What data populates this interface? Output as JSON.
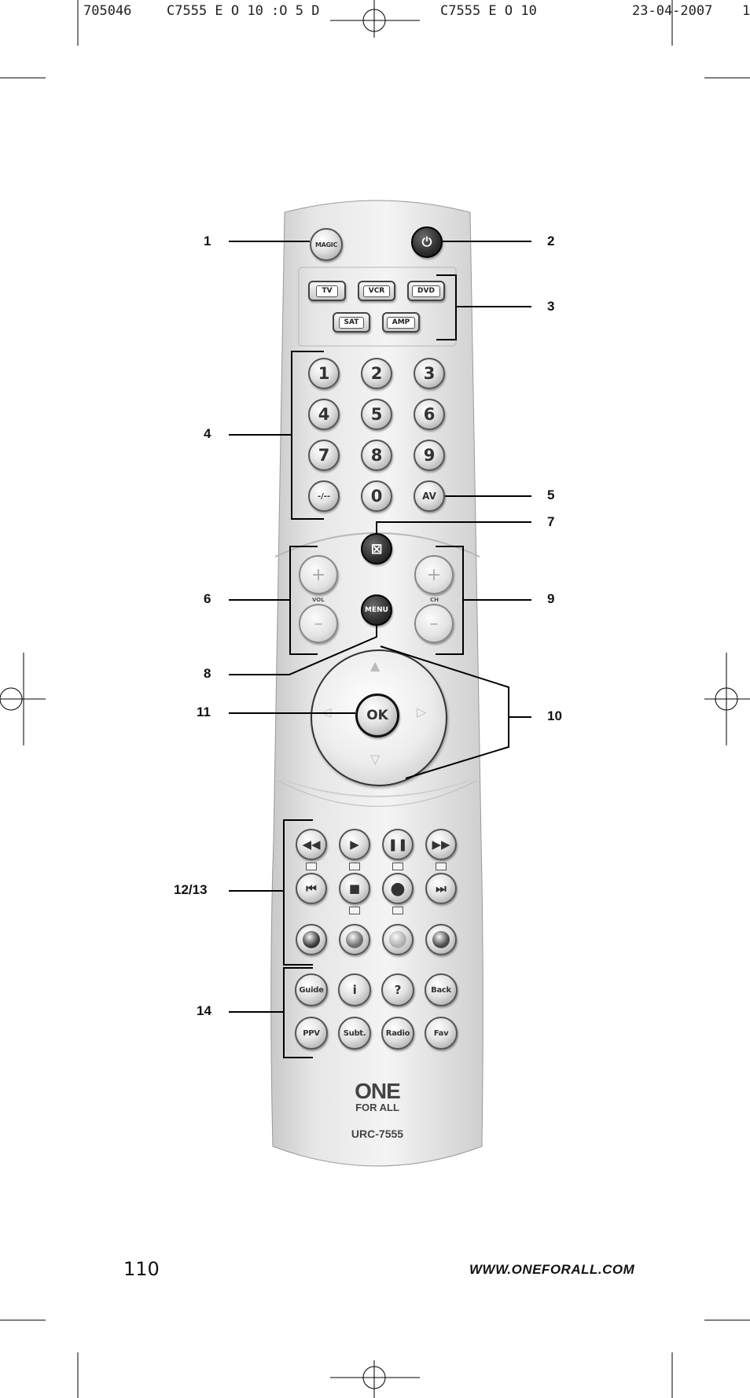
{
  "print_header": {
    "job": "705046",
    "file_a": "C7555 E  O 10 :O  5 D",
    "file_b": "C7555 E  O 10",
    "date": "23-04-2007",
    "page": "1"
  },
  "callouts": [
    "1",
    "2",
    "3",
    "4",
    "5",
    "6",
    "7",
    "8",
    "9",
    "10",
    "11",
    "12/13",
    "14"
  ],
  "remote": {
    "top_buttons": {
      "magic": "MAGIC",
      "power_icon": "power-icon"
    },
    "device_keys": [
      "TV",
      "VCR",
      "DVD",
      "SAT",
      "AMP"
    ],
    "number_keys": [
      "1",
      "2",
      "3",
      "4",
      "5",
      "6",
      "7",
      "8",
      "9",
      "-/--",
      "0",
      "AV"
    ],
    "mute_icon": "mute-icon",
    "volume": {
      "plus": "+",
      "label": "VOL",
      "minus": "–"
    },
    "channel": {
      "plus": "+",
      "label": "CH",
      "minus": "–"
    },
    "menu": "MENU",
    "ok": "OK",
    "arrow_icons": [
      "up-arrow-icon",
      "left-arrow-icon",
      "right-arrow-icon",
      "down-arrow-icon"
    ],
    "transport_row1": [
      "rewind-icon",
      "play-icon",
      "pause-icon",
      "fast-forward-icon"
    ],
    "transport_row2": [
      "skip-back-icon",
      "stop-icon",
      "record-icon",
      "skip-forward-icon"
    ],
    "color_keys": [
      "#3a3a3a",
      "#6e6e6e",
      "#b0b0b0",
      "#4a4a4a"
    ],
    "function_row1": [
      "Guide",
      "i",
      "?",
      "Back"
    ],
    "function_row2": [
      "PPV",
      "Subt.",
      "Radio",
      "Fav"
    ],
    "brand_top": "ONE",
    "brand_bottom": "FOR ALL",
    "model": "URC-7555"
  },
  "footer": {
    "page_number": "110",
    "url": "WWW.ONEFORALL.COM"
  }
}
